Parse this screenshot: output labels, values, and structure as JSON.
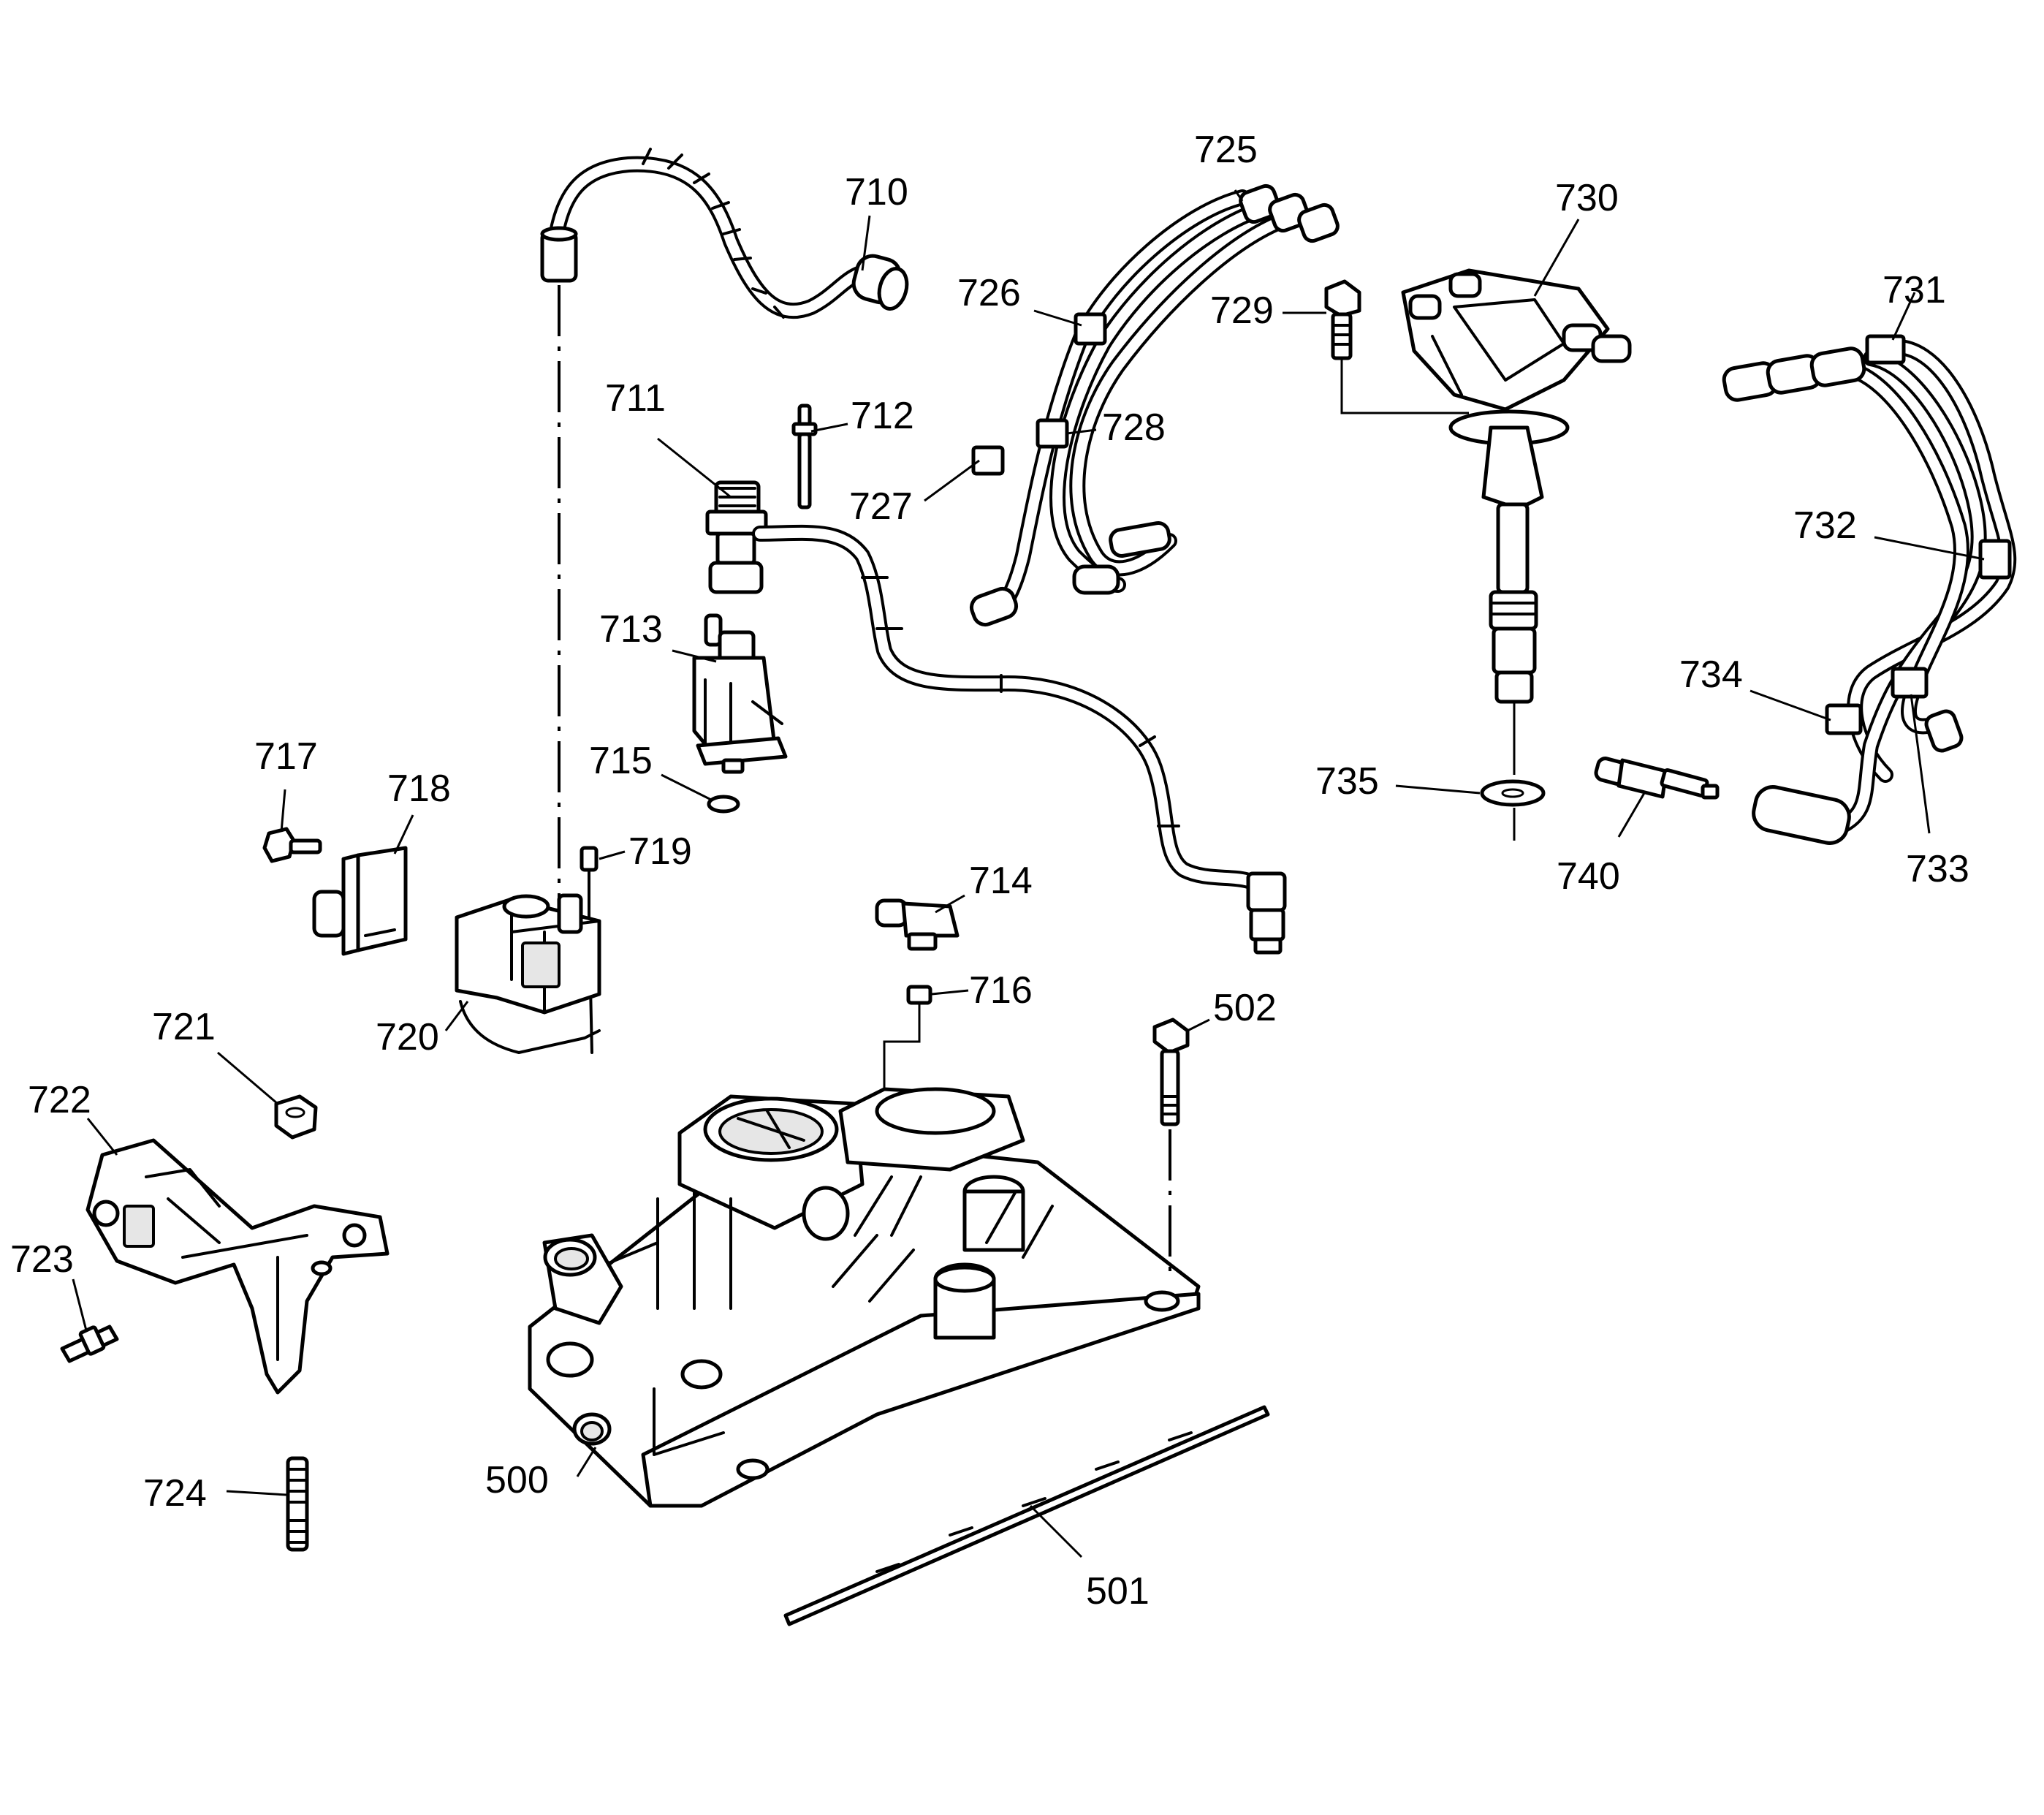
{
  "callouts": {
    "c500": "500",
    "c501": "501",
    "c502": "502",
    "c710": "710",
    "c711": "711",
    "c712": "712",
    "c713": "713",
    "c714": "714",
    "c715": "715",
    "c716": "716",
    "c717": "717",
    "c718": "718",
    "c719": "719",
    "c720": "720",
    "c721": "721",
    "c722": "722",
    "c723": "723",
    "c724": "724",
    "c725": "725",
    "c726": "726",
    "c727": "727",
    "c728": "728",
    "c729": "729",
    "c730": "730",
    "c731": "731",
    "c732": "732",
    "c733": "733",
    "c734": "734",
    "c735": "735",
    "c740": "740"
  },
  "colors": {
    "ink": "#000000",
    "paper": "#ffffff",
    "shade": "#e6e6e6"
  }
}
